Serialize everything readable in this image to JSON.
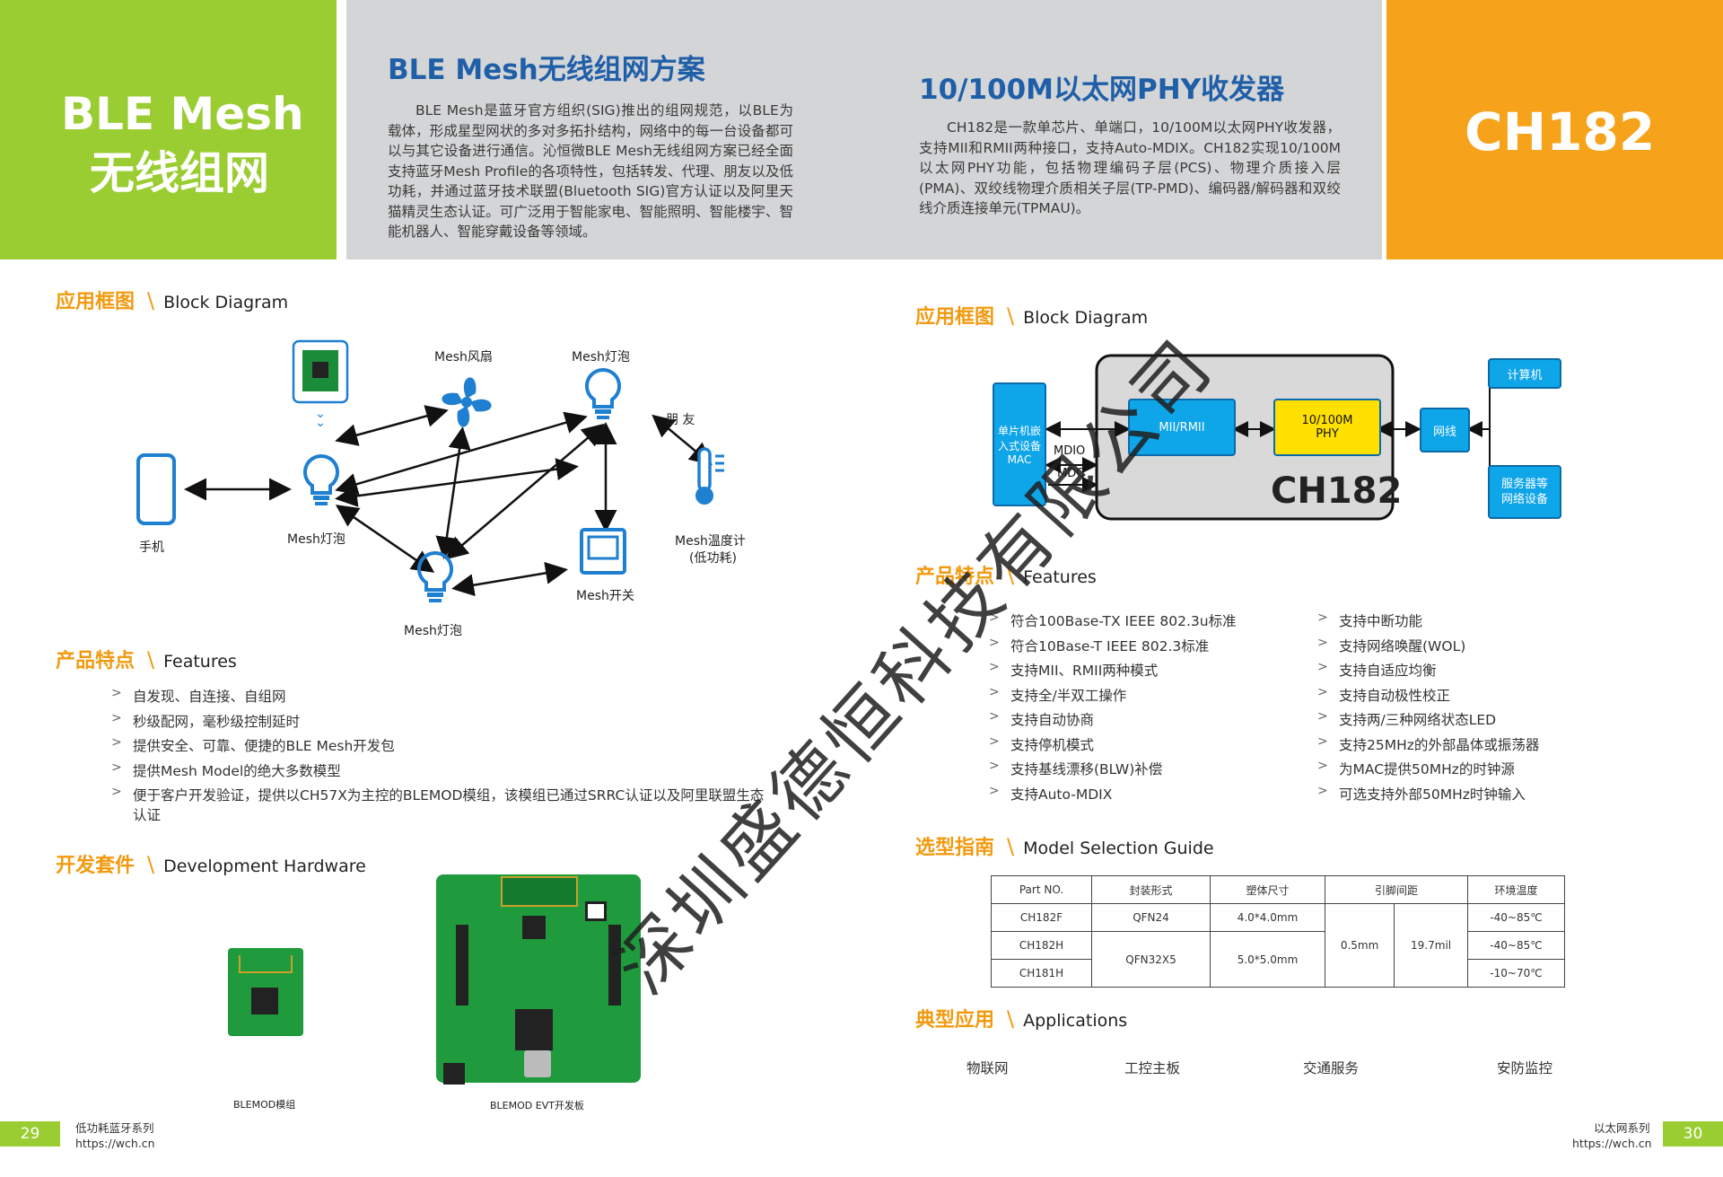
{
  "left_cover": {
    "title_line1": "BLE Mesh",
    "title_line2": "无线组网"
  },
  "ble": {
    "heading": "BLE Mesh无线组网方案",
    "paragraph": "BLE Mesh是蓝牙官方组织(SIG)推出的组网规范，以BLE为载体，形成星型网状的多对多拓扑结构，网络中的每一台设备都可以与其它设备进行通信。沁恒微BLE Mesh无线组网方案已经全面支持蓝牙Mesh Profile的各项特性，包括转发、代理、朋友以及低功耗，并通过蓝牙技术联盟(Bluetooth SIG)官方认证以及阿里天猫精灵生态认证。可广泛用于智能家电、智能照明、智能楼宇、智能机器人、智能穿戴设备等领域。"
  },
  "eth": {
    "heading": "10/100M以太网PHY收发器",
    "paragraph": "CH182是一款单芯片、单端口，10/100M以太网PHY收发器，支持MII和RMII两种接口，支持Auto-MDIX。CH182实现10/100M以太网PHY功能，包括物理编码子层(PCS)、物理介质接入层(PMA)、双绞线物理介质相关子层(TP-PMD)、编码器/解码器和双绞线介质连接单元(TPMAU)。"
  },
  "right_cover": {
    "title": "CH182"
  },
  "left_block": {
    "heading_cn": "应用框图",
    "heading_en": "Block Diagram",
    "labels": {
      "phone": "手机",
      "bulb_left": "Mesh灯泡",
      "fan": "Mesh风扇",
      "bulb_top": "Mesh灯泡",
      "friend": "朋 友",
      "thermo_line1": "Mesh温度计",
      "thermo_line2": "(低功耗)",
      "switch": "Mesh开关",
      "bulb_bottom": "Mesh灯泡"
    }
  },
  "left_features": {
    "heading_cn": "产品特点",
    "heading_en": "Features",
    "items": [
      "自发现、自连接、自组网",
      "秒级配网，毫秒级控制延时",
      "提供安全、可靠、便捷的BLE Mesh开发包",
      "提供Mesh Model的绝大多数模型",
      "便于客户开发验证，提供以CH57X为主控的BLEMOD模组，该模组已通过SRRC认证以及阿里联盟生态认证"
    ]
  },
  "dev_hw": {
    "heading_cn": "开发套件",
    "heading_en": "Development Hardware",
    "module_caption": "BLEMOD模组",
    "board_caption": "BLEMOD EVT开发板"
  },
  "right_block": {
    "heading_cn": "应用框图",
    "heading_en": "Block Diagram",
    "mcu": "单片机嵌入式设备MAC",
    "mdio": "MDIO",
    "mdc": "MDC",
    "mii": "MII/RMII",
    "phy_line1": "10/100M",
    "phy_line2": "PHY",
    "chip": "CH182",
    "cable": "网线",
    "computer": "计算机",
    "server_line1": "服务器等",
    "server_line2": "网络设备"
  },
  "right_features": {
    "heading_cn": "产品特点",
    "heading_en": "Features",
    "col1": [
      "符合100Base-TX IEEE 802.3u标准",
      "符合10Base-T IEEE 802.3标准",
      "支持MII、RMII两种模式",
      "支持全/半双工操作",
      "支持自动协商",
      "支持停机模式",
      "支持基线漂移(BLW)补偿",
      "支持Auto-MDIX"
    ],
    "col2": [
      "支持中断功能",
      "支持网络唤醒(WOL)",
      "支持自适应均衡",
      "支持自动极性校正",
      "支持两/三种网络状态LED",
      "支持25MHz的外部晶体或振荡器",
      "为MAC提供50MHz的时钟源",
      "可选支持外部50MHz时钟输入"
    ]
  },
  "selection": {
    "heading_cn": "选型指南",
    "heading_en": "Model Selection Guide",
    "headers": [
      "Part NO.",
      "封装形式",
      "塑体尺寸",
      "引脚间距",
      "环境温度"
    ],
    "rows": [
      {
        "part": "CH182F",
        "pkg": "QFN24",
        "size": "4.0*4.0mm",
        "temp": "-40~85℃"
      },
      {
        "part": "CH182H",
        "pkg": "QFN32X5",
        "size": "5.0*5.0mm",
        "temp": "-40~85℃"
      },
      {
        "part": "CH181H",
        "temp": "-10~70℃"
      }
    ],
    "pitch_mm": "0.5mm",
    "pitch_mil": "19.7mil"
  },
  "applications": {
    "heading_cn": "典型应用",
    "heading_en": "Applications",
    "items": [
      "物联网",
      "工控主板",
      "交通服务",
      "安防监控"
    ]
  },
  "footer": {
    "left_page": "29",
    "left_series": "低功耗蓝牙系列",
    "left_url": "https://wch.cn",
    "right_page": "30",
    "right_series": "以太网系列",
    "right_url": "https://wch.cn"
  },
  "watermark": "深圳盛德恒科技有限公司",
  "colors": {
    "green": "#9acd32",
    "orange": "#f7a21b",
    "gray": "#d4d5d7",
    "blue_heading": "#1f5fa8",
    "block_blue": "#0ea5e9",
    "phy_yellow": "#ffe000"
  }
}
